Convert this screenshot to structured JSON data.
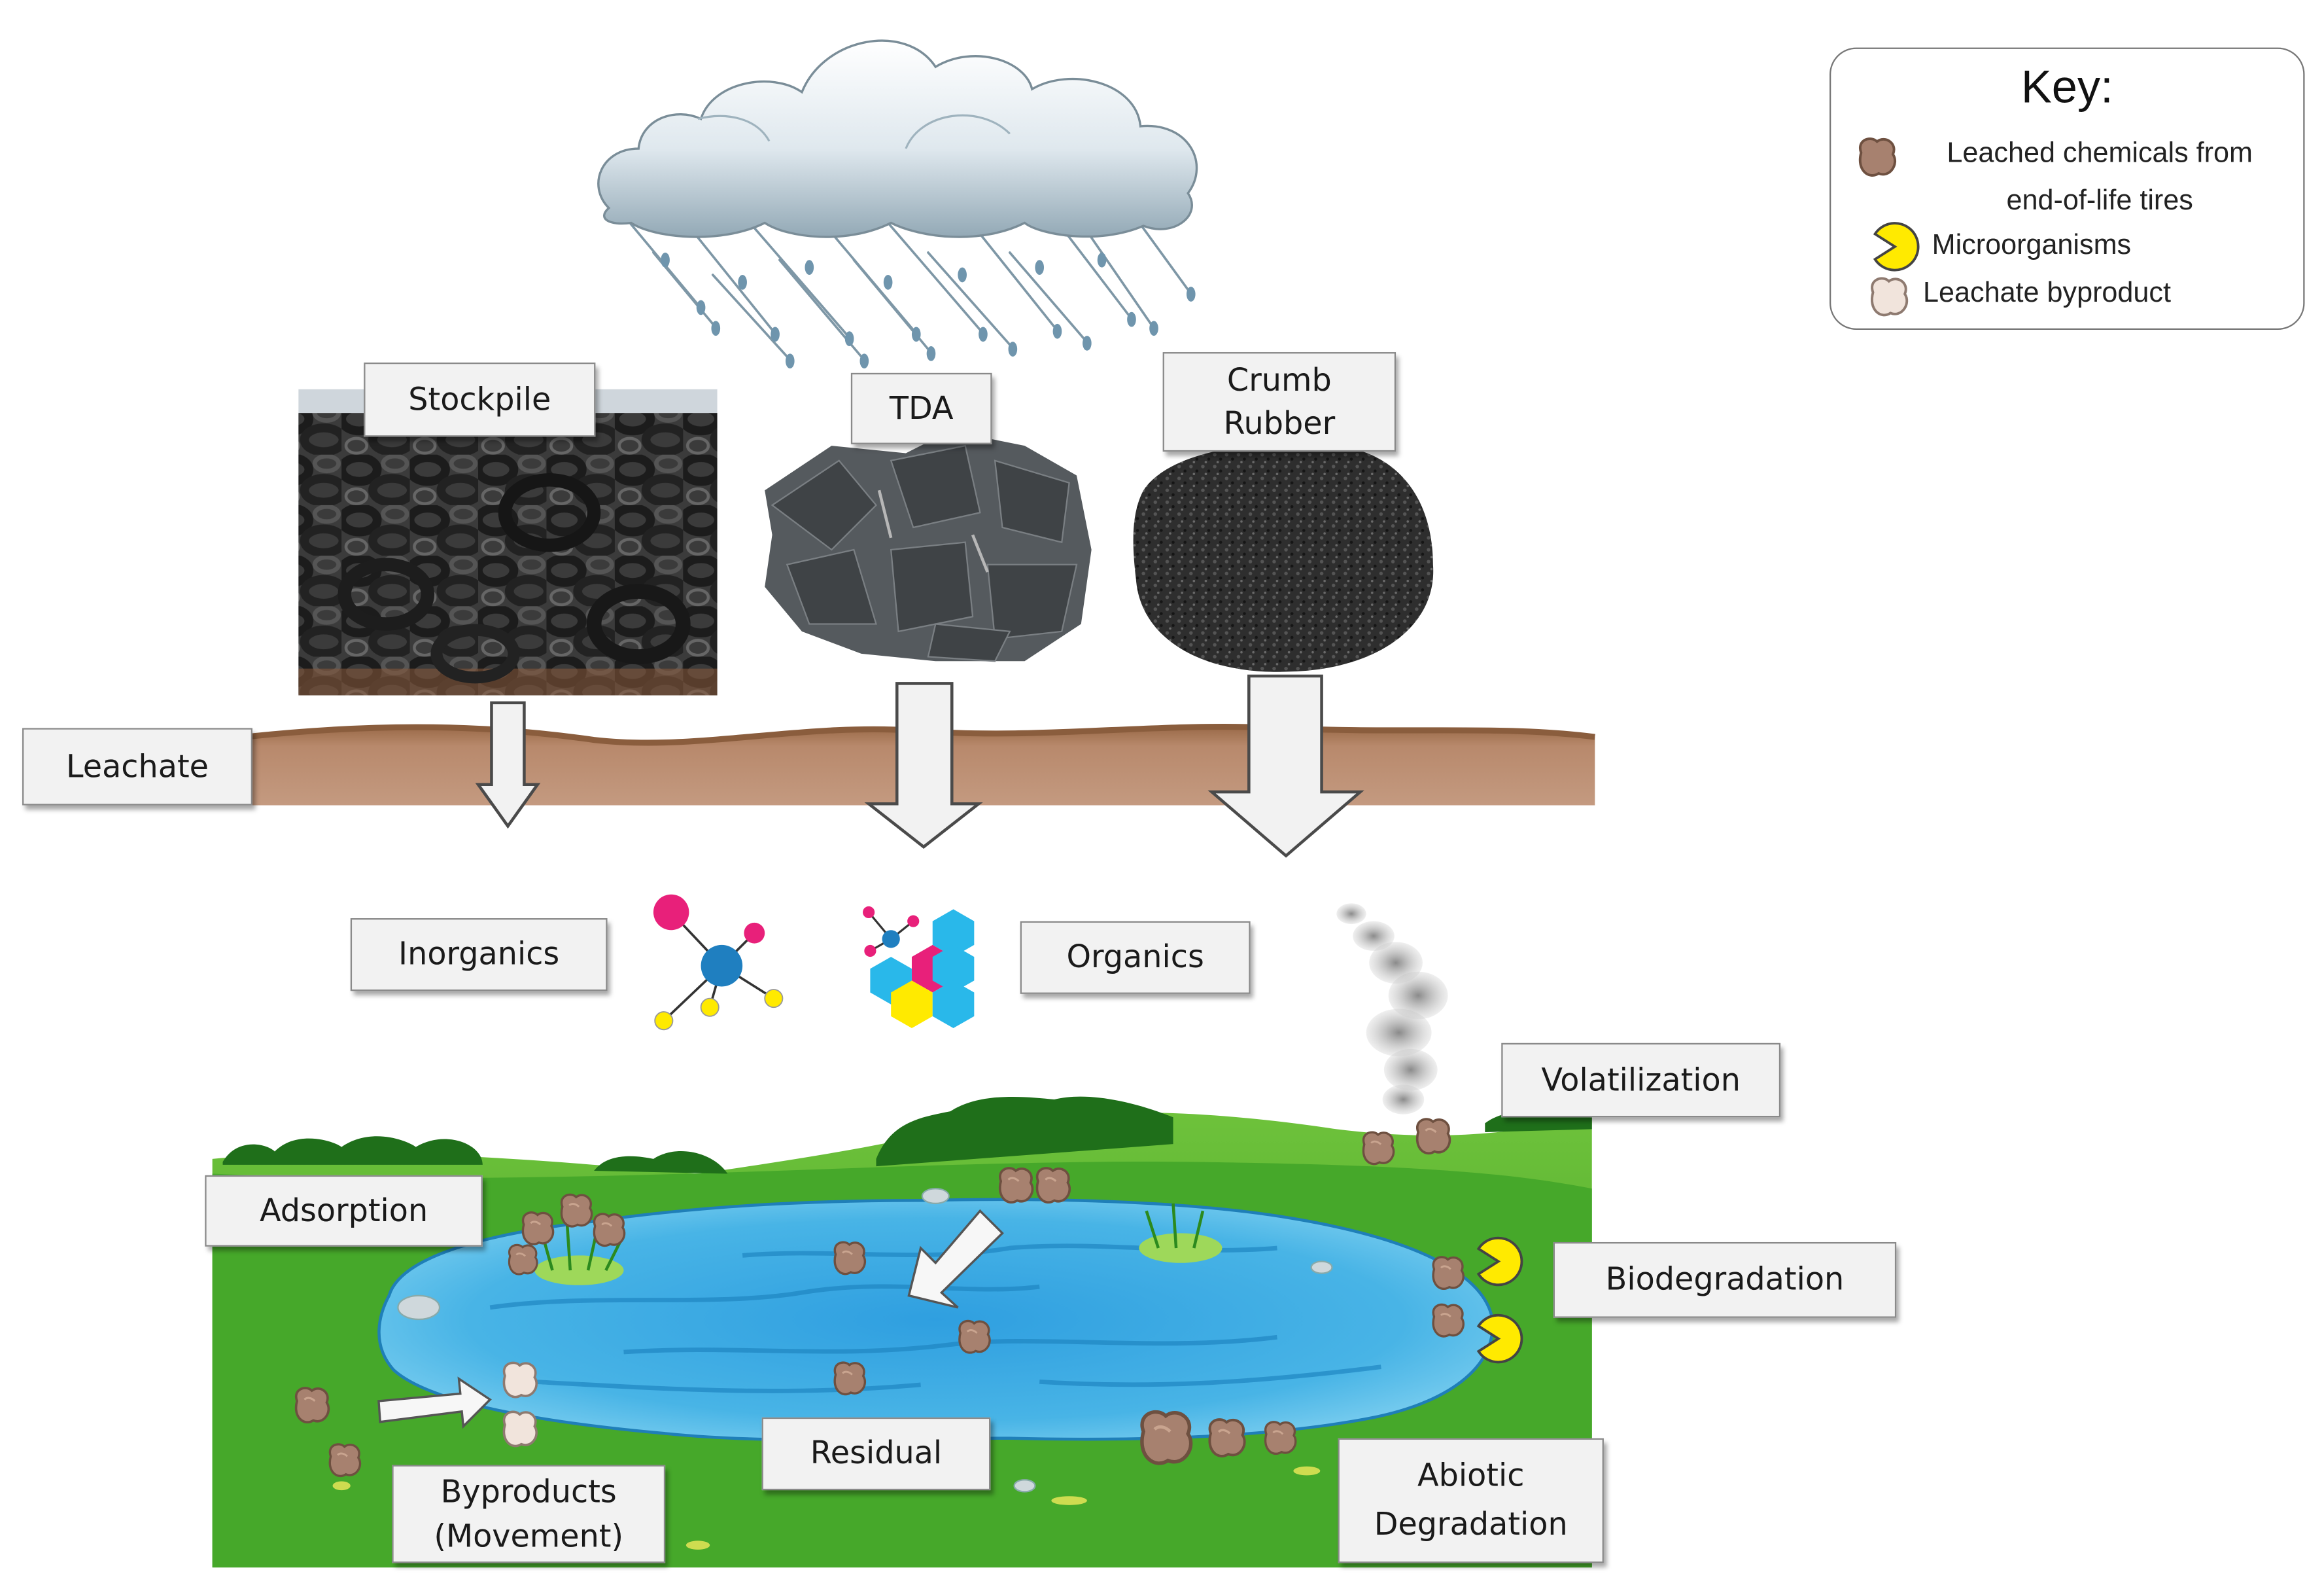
{
  "sources": {
    "stockpile": "Stockpile",
    "tda": "TDA",
    "crumb_rubber": "Crumb\nRubber"
  },
  "leachate_label": "Leachate",
  "chemical_classes": {
    "inorganics": "Inorganics",
    "organics": "Organics"
  },
  "processes": {
    "volatilization": "Volatilization",
    "adsorption": "Adsorption",
    "biodegradation": "Biodegradation",
    "residual": "Residual",
    "byproducts": "Byproducts\n(Movement)",
    "abiotic_degradation": "Abiotic\nDegradation"
  },
  "key": {
    "title": "Key:",
    "items": [
      {
        "label": "Leached chemicals from\nend-of-life tires",
        "icon": "leached-chemical-blob-icon"
      },
      {
        "label": "Microorganisms",
        "icon": "microorganism-pacman-icon"
      },
      {
        "label": "Leachate byproduct",
        "icon": "byproduct-blob-icon"
      }
    ]
  },
  "colors": {
    "leached_chemical": "#a7816f",
    "byproduct": "#f1e4dc",
    "microorganism": "#ffea00",
    "water": "#3aa7dd",
    "grass": "#3fa226",
    "soil": "#b8896c",
    "cloud": "#c4d3db"
  }
}
